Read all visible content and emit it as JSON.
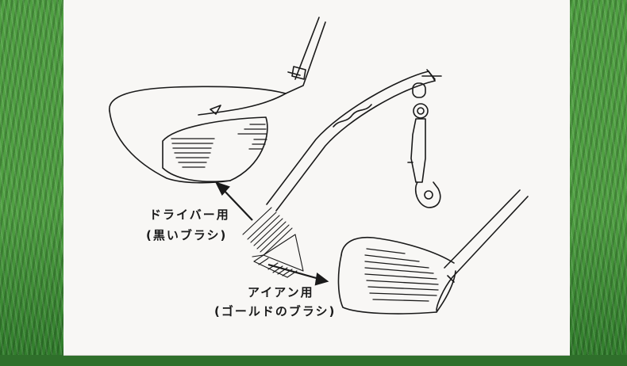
{
  "labels": {
    "driver_use": "ドライバー用",
    "driver_brush": "(黒いブラシ)",
    "iron_use": "アイアン用",
    "iron_brush": "(ゴールドのブラシ)"
  },
  "colors": {
    "line": "#1a1a1a",
    "card": "#f8f7f5",
    "grass": "#3d8a35"
  }
}
